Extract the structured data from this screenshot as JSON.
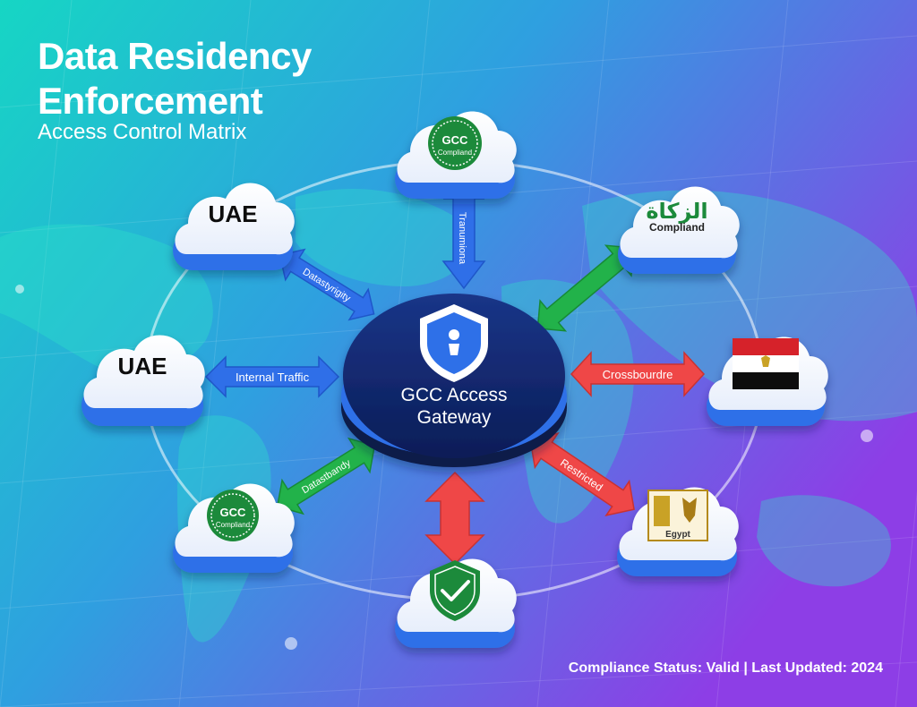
{
  "header": {
    "title_line1": "Data Residency",
    "title_line2": "Enforcement",
    "subtitle": "Access Control Matrix"
  },
  "hub": {
    "line1": "GCC Access",
    "line2": "Gateway",
    "icon": "shield-person-icon"
  },
  "nodes": {
    "top": {
      "badge_line1": "GCC",
      "badge_line2": "Compliand"
    },
    "upper_left": {
      "label": "UAE"
    },
    "middle_left": {
      "label": "UAE"
    },
    "upper_right": {
      "script": "الزكاة",
      "label": "Compliand"
    },
    "middle_right": {
      "icon": "egypt-flag-icon"
    },
    "lower_left": {
      "badge_line1": "GCC",
      "badge_line2": "Compliand"
    },
    "lower_right": {
      "label": "Egypt",
      "icon": "egypt-emblem-icon"
    },
    "bottom": {
      "icon": "shield-check-icon"
    }
  },
  "flows": {
    "top": "Tranumiona",
    "upper_left": "Datastyrigity",
    "middle_left": "Internal Traffic",
    "middle_right": "Crossbourdre",
    "lower_left": "Datastbandy",
    "lower_right": "Restricted"
  },
  "footer": {
    "status": "Compliance Status: Valid | Last Updated: 2024"
  },
  "colors": {
    "bg_start": "#17d3c3",
    "bg_end": "#8d3ee6",
    "hub": "#0f2466",
    "hub_rim": "#2f6fe8",
    "cloud_base": "#2f6fe8",
    "arrow_blue": "#2f6fe8",
    "arrow_green": "#22b24a",
    "arrow_red": "#ef4747",
    "badge_green": "#1f8a3a"
  }
}
